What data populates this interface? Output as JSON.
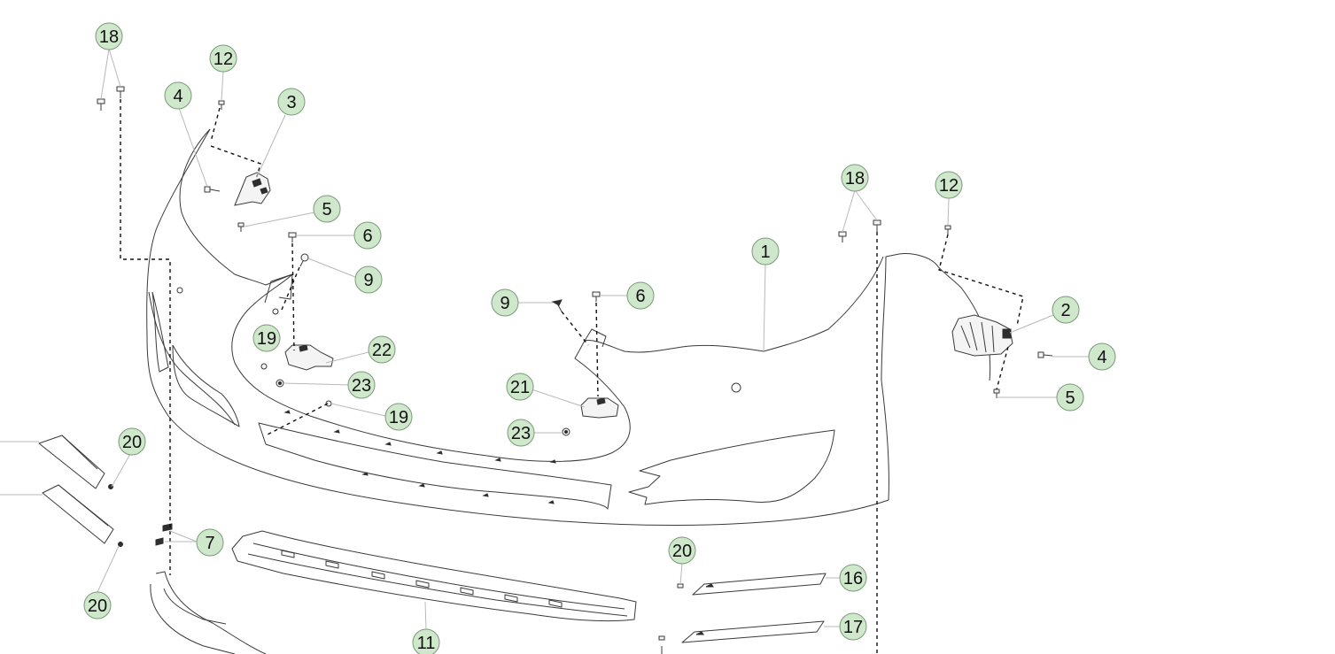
{
  "callouts": [
    {
      "id": "c-18-left",
      "label": "18"
    },
    {
      "id": "c-12-left",
      "label": "12"
    },
    {
      "id": "c-4-left",
      "label": "4"
    },
    {
      "id": "c-3",
      "label": "3"
    },
    {
      "id": "c-5-left",
      "label": "5"
    },
    {
      "id": "c-6-left",
      "label": "6"
    },
    {
      "id": "c-9-left",
      "label": "9"
    },
    {
      "id": "c-19-upper",
      "label": "19"
    },
    {
      "id": "c-22",
      "label": "22"
    },
    {
      "id": "c-23-left",
      "label": "23"
    },
    {
      "id": "c-19-lower",
      "label": "19"
    },
    {
      "id": "c-20-upper",
      "label": "20"
    },
    {
      "id": "c-20-lower",
      "label": "20"
    },
    {
      "id": "c-7",
      "label": "7"
    },
    {
      "id": "c-11",
      "label": "11"
    },
    {
      "id": "c-9-center",
      "label": "9"
    },
    {
      "id": "c-6-center",
      "label": "6"
    },
    {
      "id": "c-21",
      "label": "21"
    },
    {
      "id": "c-23-center",
      "label": "23"
    },
    {
      "id": "c-1",
      "label": "1"
    },
    {
      "id": "c-18-right",
      "label": "18"
    },
    {
      "id": "c-12-right",
      "label": "12"
    },
    {
      "id": "c-2",
      "label": "2"
    },
    {
      "id": "c-4-right",
      "label": "4"
    },
    {
      "id": "c-5-right",
      "label": "5"
    },
    {
      "id": "c-20-bottom",
      "label": "20"
    },
    {
      "id": "c-16",
      "label": "16"
    },
    {
      "id": "c-17",
      "label": "17"
    }
  ],
  "colors": {
    "callout_fill": "#cfe8cc",
    "callout_stroke": "#7a9a78",
    "line": "#3a3a3a",
    "leader": "#b8b8b8"
  }
}
